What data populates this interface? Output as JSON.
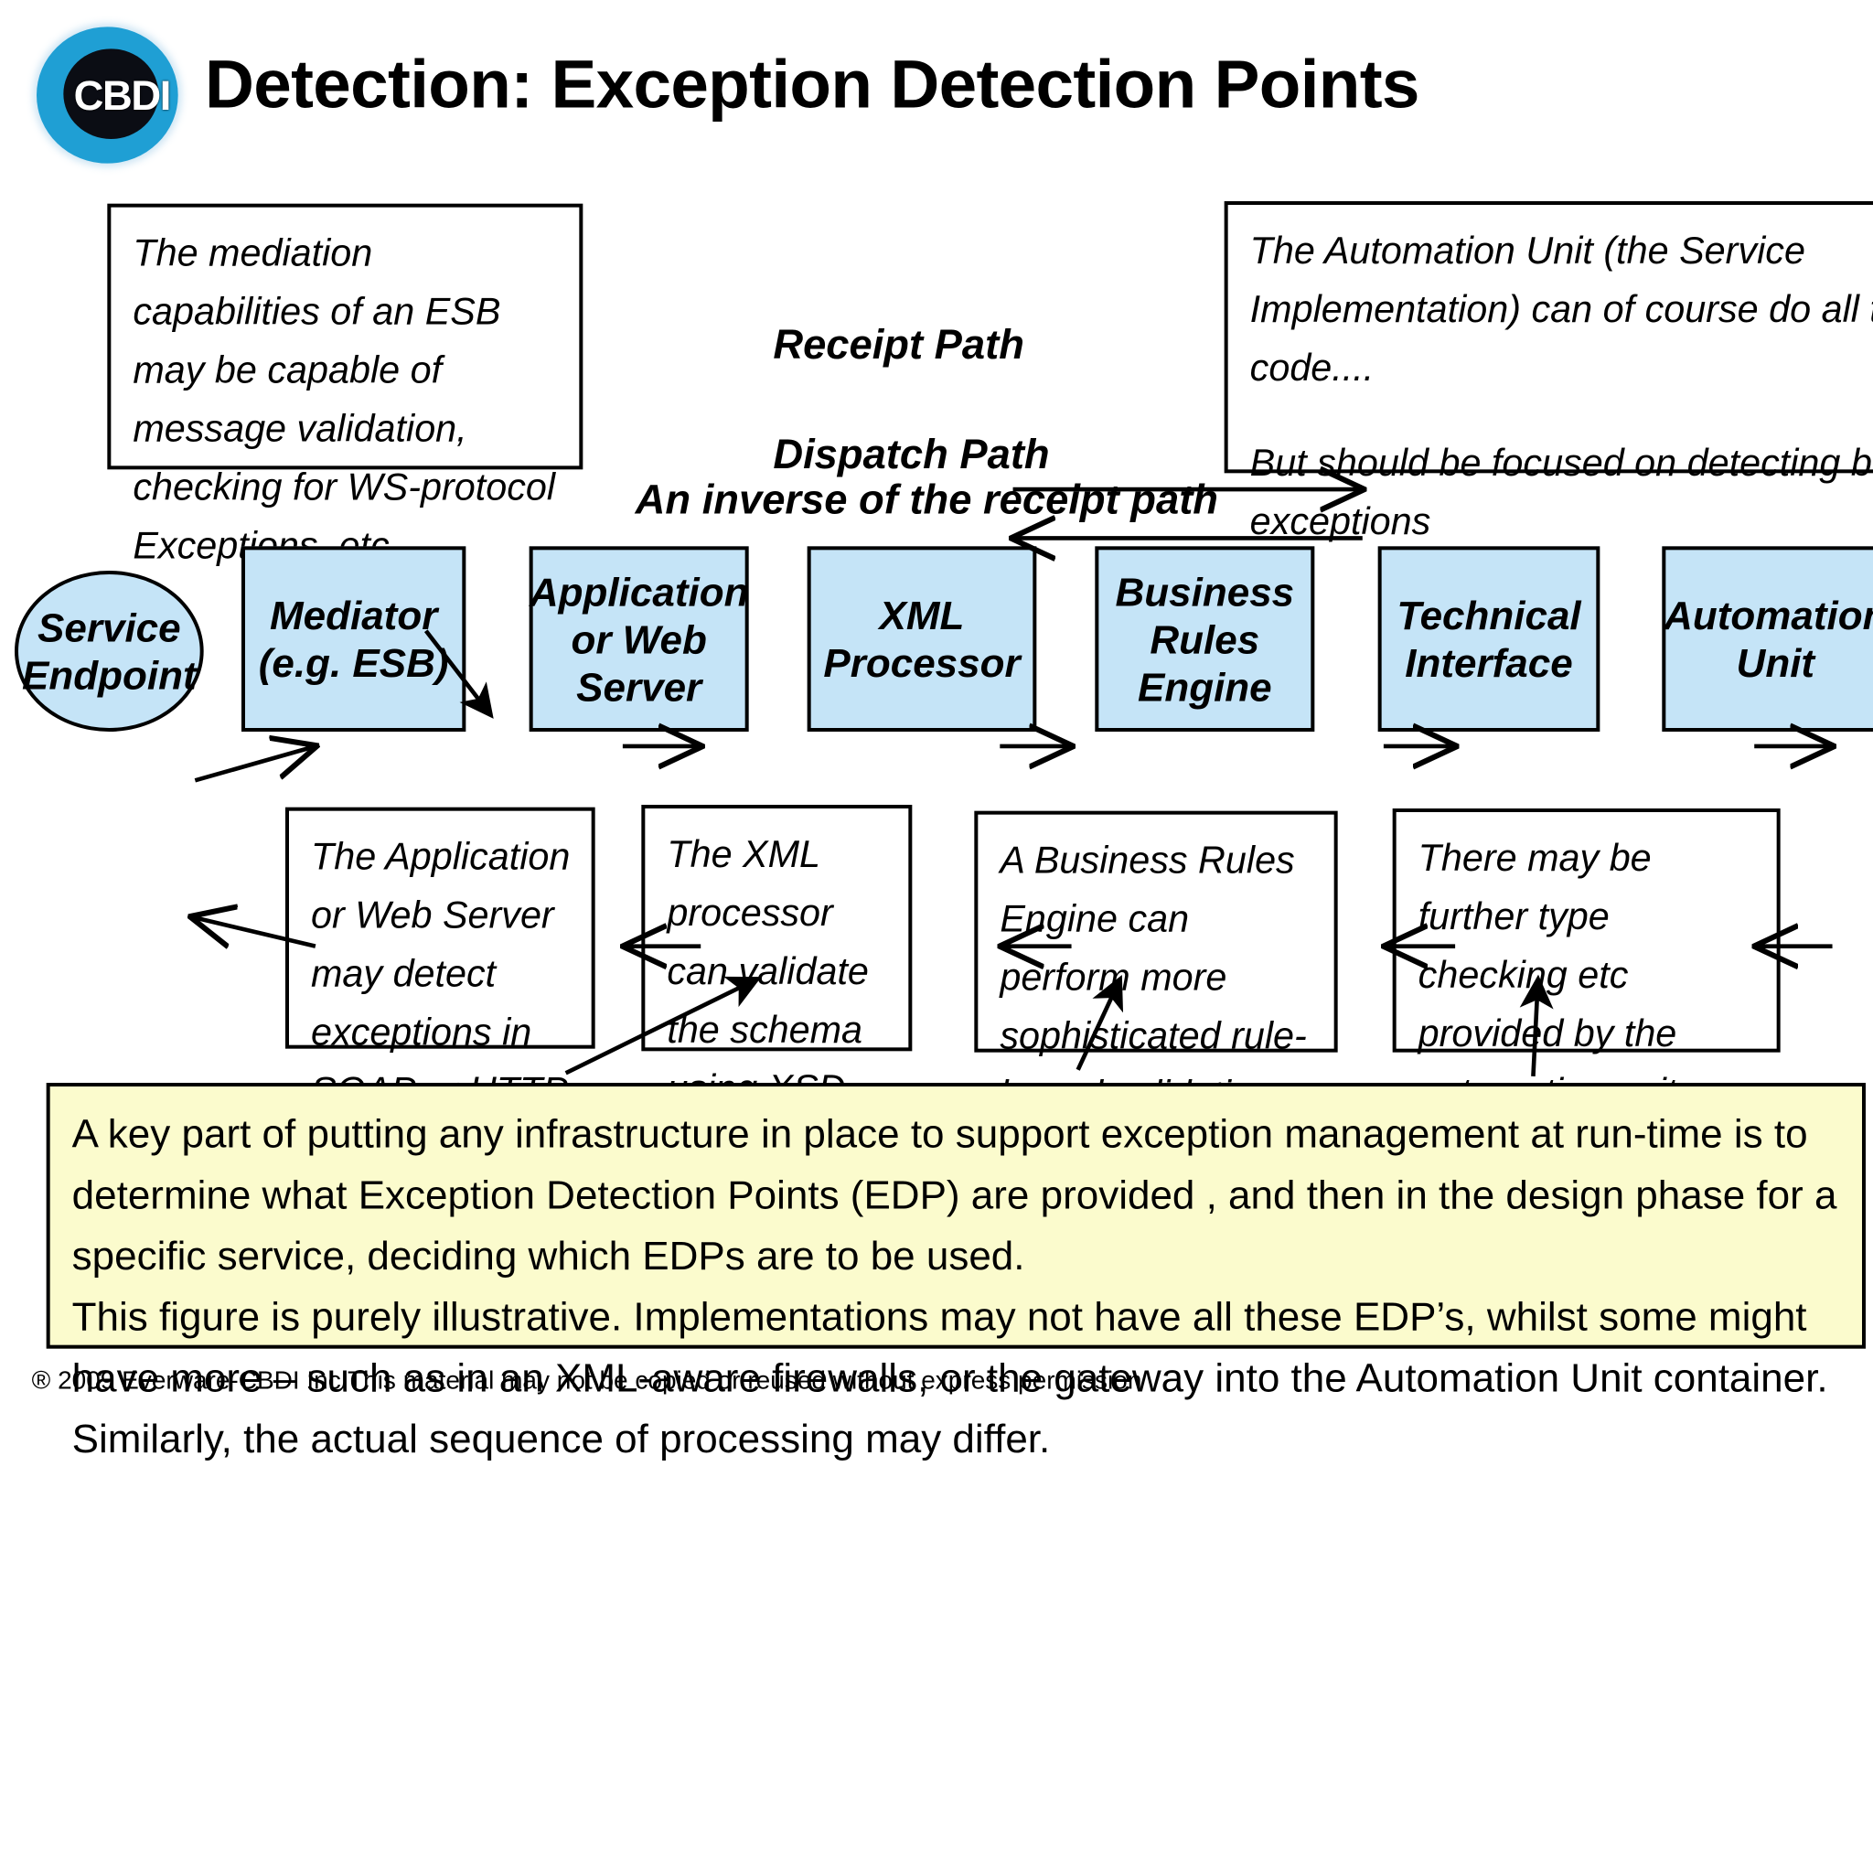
{
  "header": {
    "logo_text": "CBDI",
    "logo_color": "#1f9fd4",
    "title": "Detection: Exception Detection Points"
  },
  "callouts": {
    "mediation": {
      "text": "The mediation capabilities of an ESB may be capable of message validation, checking for WS-protocol Exceptions, etc"
    },
    "automation": {
      "paragraph1": "The Automation Unit (the Service Implementation) can of course do all this in its code....",
      "paragraph2": "But should be focused on detecting business exceptions"
    },
    "appserver": {
      "text": "The Application or Web Server may detect exceptions in SOAP or HTTP"
    },
    "xml": {
      "text": "The XML processor can validate the schema using XSD"
    },
    "rules": {
      "text": "A Business Rules Engine can perform more sophisticated rule-based validation of message"
    },
    "typecheck": {
      "text": "There may be further type checking etc provided by the automation unit container"
    }
  },
  "paths": {
    "receipt_label": "Receipt Path",
    "dispatch_label": "Dispatch Path",
    "dispatch_sublabel": "An inverse of the receipt path"
  },
  "pipeline": {
    "node_fill": "#c5e4f7",
    "nodes": [
      {
        "id": "service-endpoint",
        "label": "Service\nEndpoint"
      },
      {
        "id": "mediator",
        "label": "Mediator\n(e.g. ESB)"
      },
      {
        "id": "application-or-web-server",
        "label": "Application\nor Web\nServer"
      },
      {
        "id": "xml-processor",
        "label": "XML\nProcessor"
      },
      {
        "id": "business-rules-engine",
        "label": "Business\nRules\nEngine"
      },
      {
        "id": "technical-interface",
        "label": "Technical\nInterface"
      },
      {
        "id": "automation-unit",
        "label": "Automation\nUnit"
      }
    ]
  },
  "summary": {
    "background_color": "#fbfbcd",
    "paragraph1": "A key part of putting any infrastructure in place to support exception management at run-time is to determine what Exception Detection Points (EDP) are provided , and then in the design phase for a specific service, deciding which EDPs are to be used.",
    "paragraph2": "This figure is purely illustrative. Implementations may not have all these EDP’s, whilst some might have more – such as in an XML-aware firewalls, or the gateway into the Automation Unit container. Similarly, the actual sequence of processing may differ."
  },
  "footer": {
    "copyright": "® 2009 Everware-CBDI Inc This material may not be copied or reused without express permission"
  }
}
